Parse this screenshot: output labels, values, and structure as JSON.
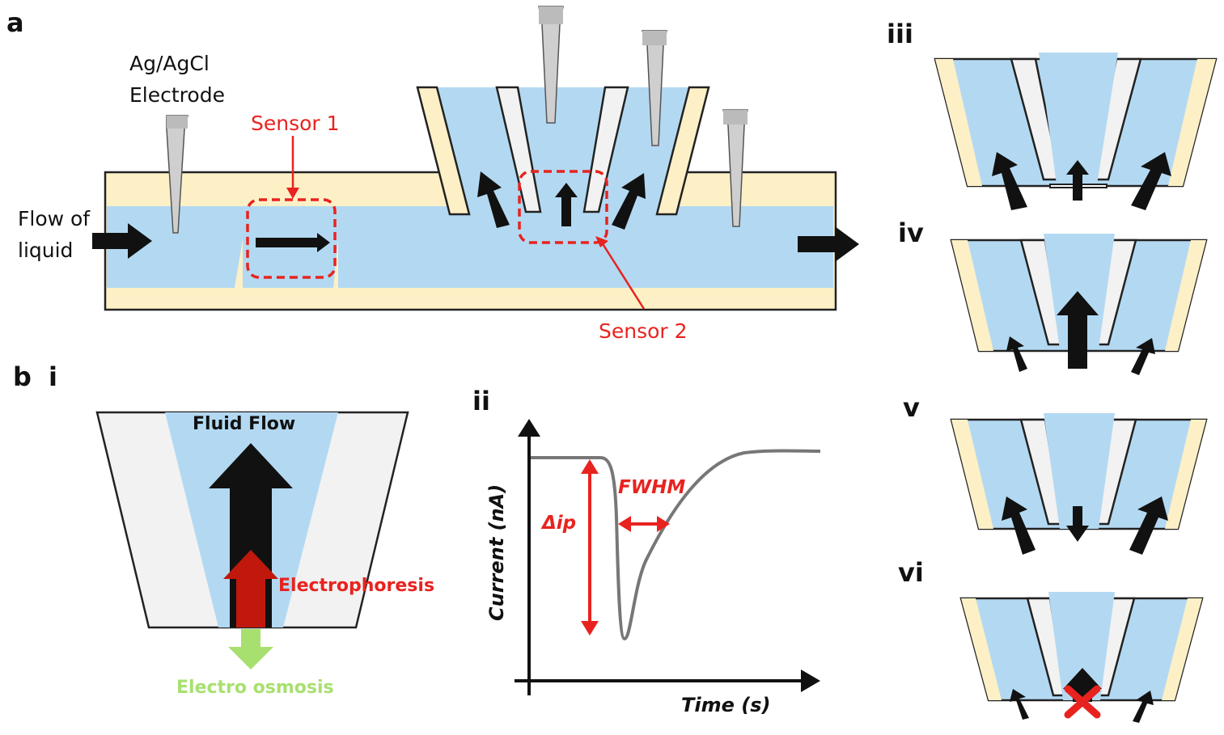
{
  "panels": {
    "a": "a",
    "b": "b",
    "i": "i",
    "ii": "ii",
    "iii": "iii",
    "iv": "iv",
    "v": "v",
    "vi": "vi"
  },
  "panel_a": {
    "electrode_line1": "Ag/AgCl",
    "electrode_line2": "Electrode",
    "sensor1": "Sensor 1",
    "sensor2": "Sensor 2",
    "flow_line1": "Flow of",
    "flow_line2": "liquid"
  },
  "panel_bi": {
    "fluid_flow": "Fluid Flow",
    "electrophoresis": "Electrophoresis",
    "electroosmosis": "Electro osmosis"
  },
  "panel_bii": {
    "ylabel": "Current (nA)",
    "xlabel": "Time (s)",
    "delta_ip": "Δip",
    "fwhm": "FWHM"
  },
  "colors": {
    "liquid": "#b3d9f2",
    "chip": "#fdf0c7",
    "pipette": "#f2f2f2",
    "annotation": "#e8231f",
    "electrophoresis": "#c0180c",
    "electroosmosis": "#a8e070",
    "trace": "#777777"
  }
}
